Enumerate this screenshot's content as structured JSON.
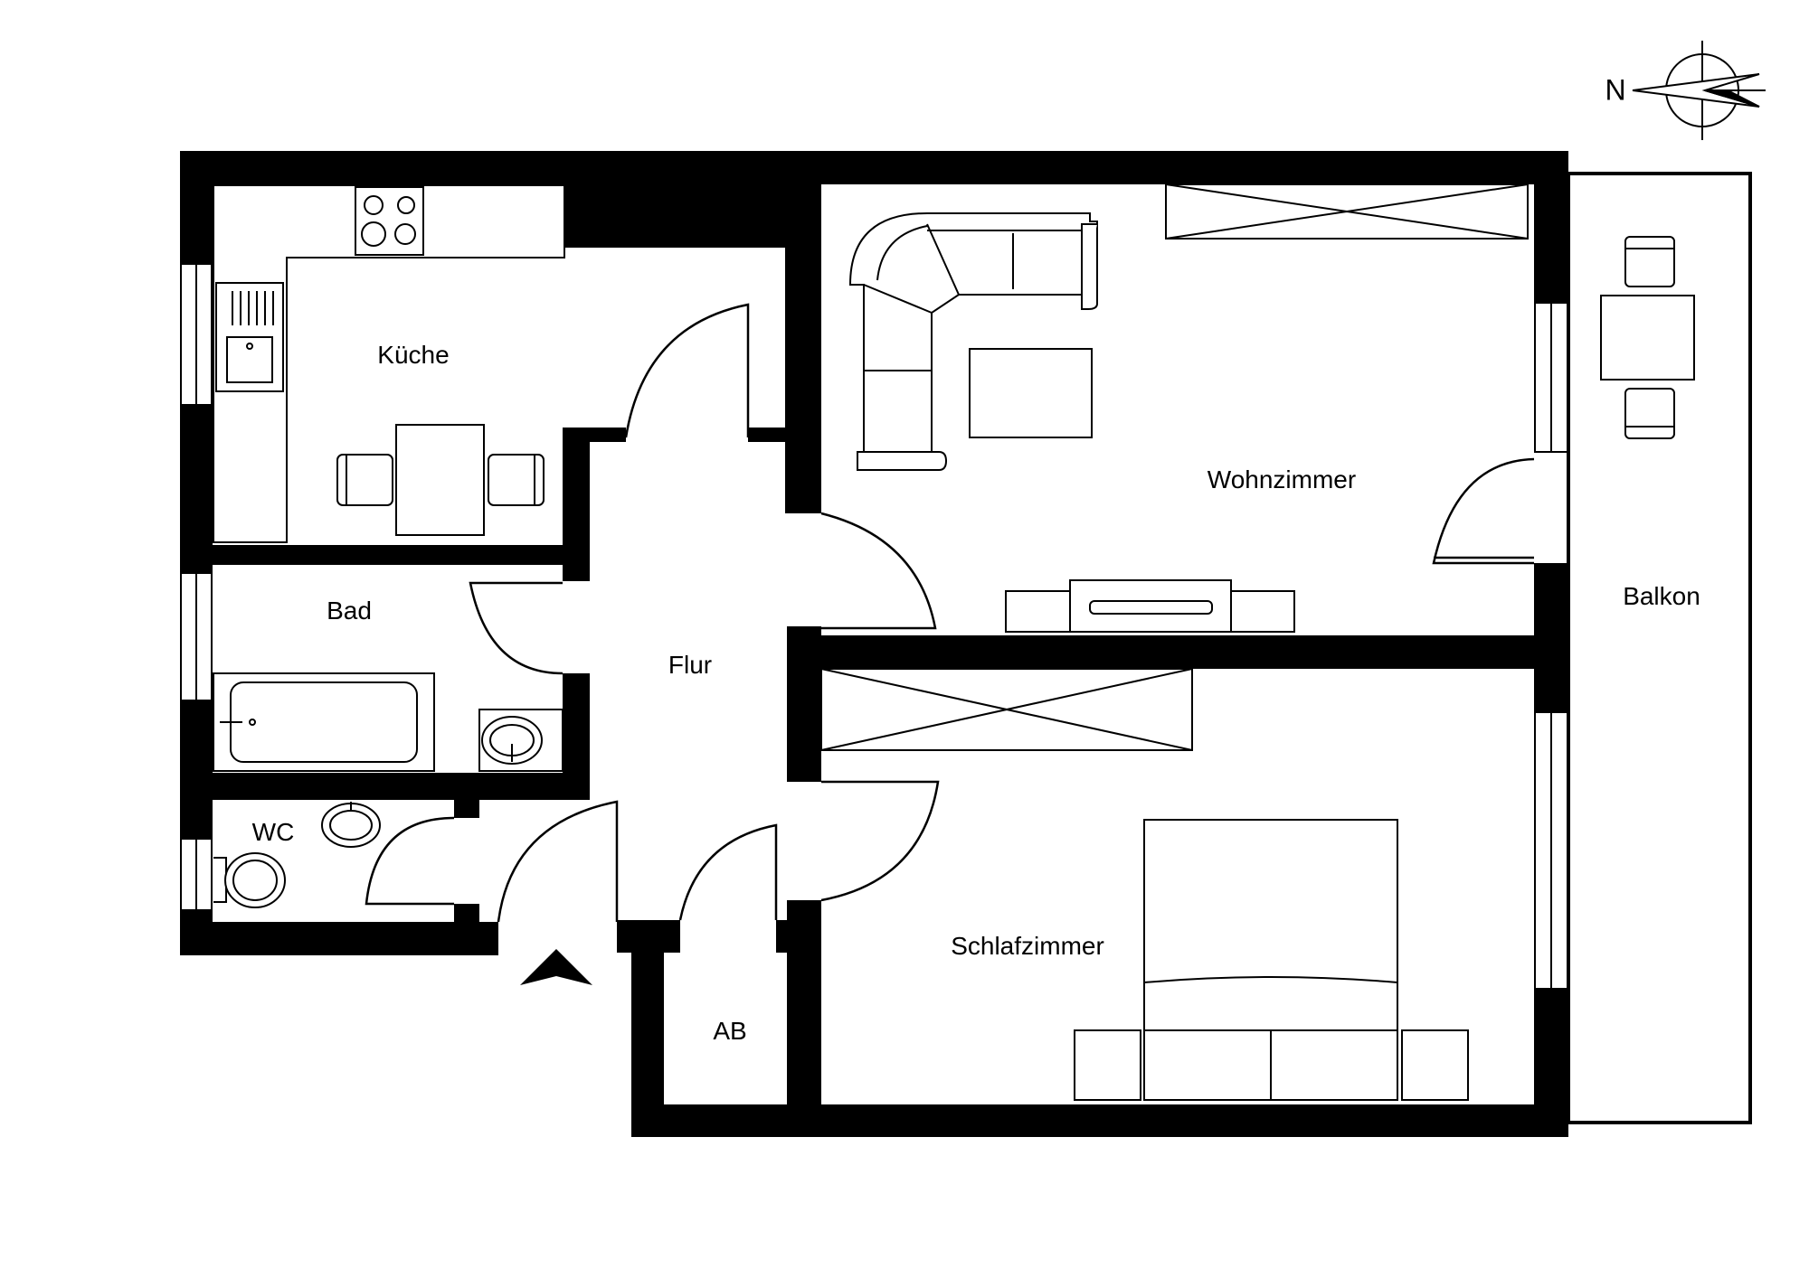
{
  "plan": {
    "compass_label": "N",
    "rooms": {
      "kueche": "Küche",
      "bad": "Bad",
      "wc": "WC",
      "flur": "Flur",
      "wohnzimmer": "Wohnzimmer",
      "schlafzimmer": "Schlafzimmer",
      "abstellraum": "AB",
      "balkon": "Balkon"
    }
  },
  "colors": {
    "wall": "#000000",
    "line": "#000000",
    "background": "#ffffff",
    "fill_light": "#ffffff"
  }
}
